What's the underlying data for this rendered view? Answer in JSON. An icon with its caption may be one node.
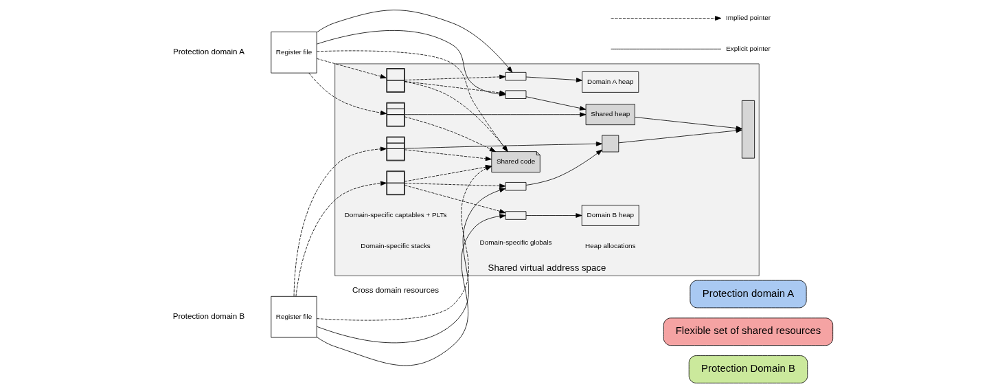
{
  "diagram": {
    "nodes": [
      {
        "text": [
          "Shared virtual address space"
        ]
      },
      {
        "text": [
          "Register file"
        ]
      },
      {
        "text": [],
        "shape": "box",
        "in": 0
      },
      {
        "text": [],
        "shape": "box",
        "in": 0
      },
      {
        "text": [],
        "shape": "box",
        "in": 0
      },
      {
        "text": [],
        "shape": "box",
        "in": 0
      },
      {
        "text": [
          "Domain A heap"
        ],
        "in": 0
      },
      {
        "text": [
          "Shared code"
        ],
        "in": 0
      },
      {
        "text": [
          "Shared heap"
        ],
        "in": 0
      },
      {
        "text": [],
        "shape": "box",
        "in": 0
      },
      {
        "text": [],
        "shape": "bar",
        "in": 0
      },
      {
        "text": [
          "Register file"
        ]
      },
      {
        "text": [],
        "shape": "box",
        "in": 0
      },
      {
        "text": [],
        "shape": "box",
        "in": 0
      },
      {
        "text": [],
        "shape": "box",
        "in": 0
      },
      {
        "text": [],
        "shape": "box",
        "in": 0
      },
      {
        "text": [
          "Domain B heap"
        ],
        "in": 0
      },
      {
        "text": [
          "Protection domain A"
        ]
      },
      {
        "text": [
          "Flexible set of shared resources"
        ]
      },
      {
        "text": [
          "Protection Domain B"
        ]
      }
    ],
    "edges": [
      {
        "from": 1,
        "to": 2,
        "arrow": "to",
        "style": "dashed"
      },
      {
        "from": 1,
        "to": 3,
        "arrow": "to",
        "style": "dashed"
      },
      {
        "from": 1,
        "to": 4,
        "arrow": "to"
      },
      {
        "from": 1,
        "to": 5,
        "arrow": "to"
      },
      {
        "from": 1,
        "to": 7,
        "arrow": "to",
        "style": "dashed"
      },
      {
        "from": 2,
        "to": 4,
        "arrow": "to",
        "style": "dashed"
      },
      {
        "from": 2,
        "to": 5,
        "arrow": "to",
        "style": "dashed"
      },
      {
        "from": 2,
        "to": 7,
        "arrow": "to",
        "style": "dashed"
      },
      {
        "from": 3,
        "to": 7,
        "arrow": "to",
        "style": "dashed"
      },
      {
        "from": 3,
        "to": 8,
        "arrow": "to"
      },
      {
        "from": 4,
        "to": 6,
        "arrow": "to"
      },
      {
        "from": 5,
        "to": 8,
        "arrow": "to"
      },
      {
        "from": 8,
        "to": 10,
        "arrow": "to"
      },
      {
        "from": 9,
        "to": 10,
        "arrow": "to"
      },
      {
        "from": 11,
        "to": 7,
        "arrow": "to",
        "style": "dashed"
      },
      {
        "from": 11,
        "to": 12,
        "arrow": "to",
        "style": "dashed"
      },
      {
        "from": 11,
        "to": 13,
        "arrow": "to",
        "style": "dashed"
      },
      {
        "from": 11,
        "to": 14,
        "arrow": "to"
      },
      {
        "from": 11,
        "to": 15,
        "arrow": "to"
      },
      {
        "from": 12,
        "to": 7,
        "arrow": "to",
        "style": "dashed"
      },
      {
        "from": 12,
        "to": 14,
        "arrow": "to",
        "style": "dashed"
      },
      {
        "from": 12,
        "to": 15,
        "arrow": "to",
        "style": "dashed"
      },
      {
        "from": 13,
        "to": 7,
        "arrow": "to",
        "style": "dashed"
      },
      {
        "from": 13,
        "to": 9,
        "arrow": "to"
      },
      {
        "from": 14,
        "to": 9,
        "arrow": "to"
      },
      {
        "from": 15,
        "to": 16,
        "arrow": "to"
      }
    ],
    "labels": [
      "Domain-specific captables + PLTs",
      "Domain-specific stacks",
      "Domain-specific globals",
      "Heap allocations",
      "Protection domain A",
      "Cross domain resources",
      "Protection domain B"
    ],
    "legend": [
      {
        "text": "Implied pointer"
      },
      {
        "text": "Explicit pointer"
      }
    ]
  }
}
